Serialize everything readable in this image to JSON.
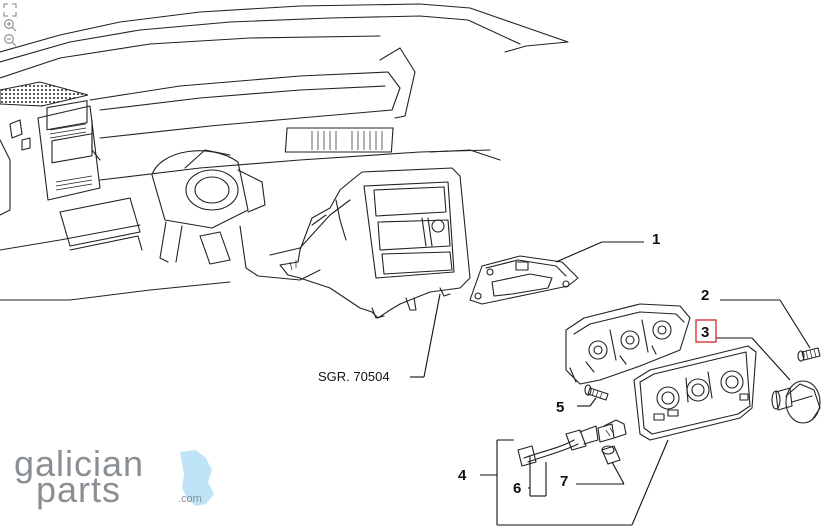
{
  "viewer": {
    "tools": [
      {
        "name": "fullscreen-icon",
        "title": "fullscreen"
      },
      {
        "name": "zoom-in-icon",
        "title": "zoom in"
      },
      {
        "name": "zoom-out-icon",
        "title": "zoom out"
      }
    ]
  },
  "diagram": {
    "callouts": {
      "c1": "1",
      "c2": "2",
      "c3": "3",
      "c4": "4",
      "c5": "5",
      "c6": "6",
      "c7": "7"
    },
    "reference": "SGR. 70504",
    "highlight_color": "#d9262c"
  },
  "logo": {
    "line1": "galician",
    "line2": "parts",
    "domain": ".com",
    "accent_color": "#bfe3f7"
  }
}
